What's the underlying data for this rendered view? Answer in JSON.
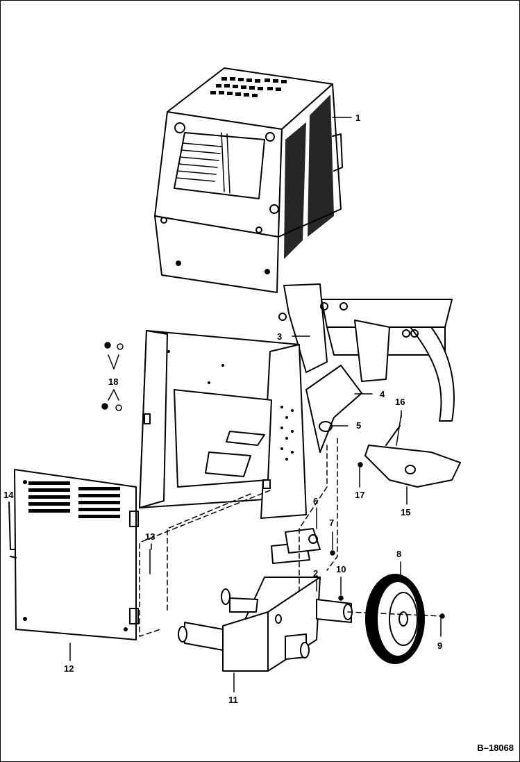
{
  "callouts": [
    "1",
    "2",
    "3",
    "4",
    "5",
    "6",
    "7",
    "8",
    "9",
    "10",
    "11",
    "12",
    "13",
    "14",
    "15",
    "16",
    "17",
    "18"
  ],
  "doc_id": "B–18068"
}
